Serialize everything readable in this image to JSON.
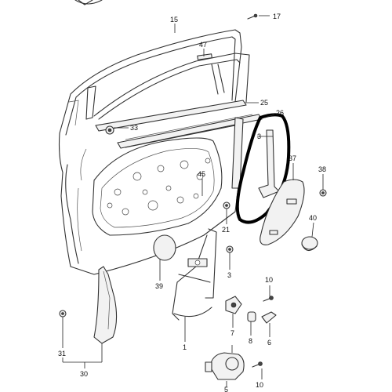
{
  "callouts": {
    "c1": "1",
    "c3a": "3",
    "c3b": "3",
    "c5": "5",
    "c6": "6",
    "c7": "7",
    "c8": "8",
    "c10a": "10",
    "c10b": "10",
    "c15": "15",
    "c17": "17",
    "c21": "21",
    "c25": "25",
    "c26": "26",
    "c30": "30",
    "c31": "31",
    "c33": "33",
    "c37": "37",
    "c38": "38",
    "c39": "39",
    "c40": "40",
    "c45": "45",
    "c47": "47"
  },
  "colors": {
    "highlight_ring": "#000000",
    "line": "#333333"
  }
}
